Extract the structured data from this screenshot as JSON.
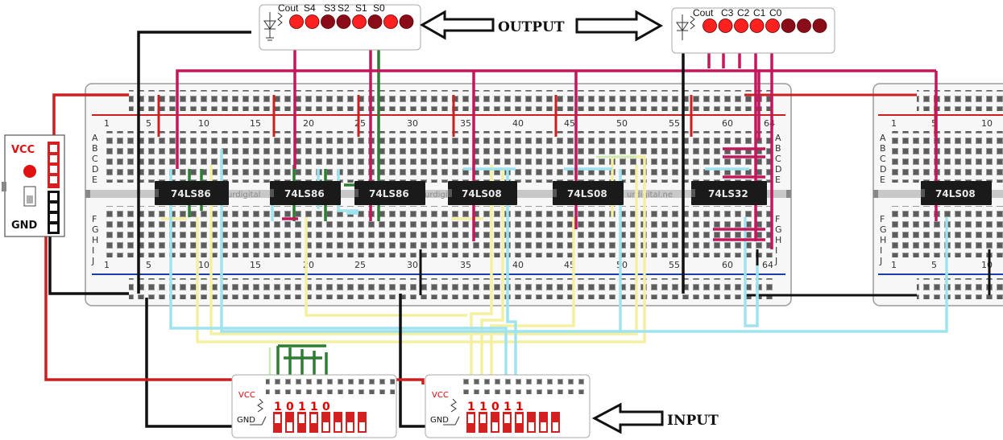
{
  "breadboard": {
    "col_numbers": [
      "1",
      "5",
      "10",
      "15",
      "20",
      "25",
      "30",
      "35",
      "40",
      "45",
      "50",
      "55",
      "60",
      "64"
    ],
    "row_letters_top": [
      "A",
      "B",
      "C",
      "D",
      "E"
    ],
    "row_letters_bottom": [
      "F",
      "G",
      "H",
      "I",
      "J"
    ],
    "right_col_numbers": [
      "1",
      "5",
      "10"
    ],
    "watermarks": [
      "urdigital",
      "urdigital",
      "urdigital.ne"
    ]
  },
  "chips": [
    {
      "id": "u1",
      "label": "74LS86"
    },
    {
      "id": "u2",
      "label": "74LS86"
    },
    {
      "id": "u3",
      "label": "74LS86"
    },
    {
      "id": "u4",
      "label": "74LS08"
    },
    {
      "id": "u5",
      "label": "74LS08"
    },
    {
      "id": "u6",
      "label": "74LS32"
    },
    {
      "id": "u7",
      "label": "74LS08"
    }
  ],
  "power": {
    "vcc": "VCC",
    "gnd": "GND"
  },
  "output_left": {
    "labels": [
      "Cout",
      "S4",
      "S3",
      "S2",
      "S1",
      "S0"
    ],
    "arrow_text": "OUTPUT"
  },
  "output_right": {
    "labels": [
      "Cout",
      "C3",
      "C2",
      "C1",
      "C0"
    ]
  },
  "input_left": {
    "vcc": "VCC",
    "gnd": "GND",
    "bits": [
      "1",
      "0",
      "1",
      "1",
      "0"
    ]
  },
  "input_right": {
    "vcc": "VCC",
    "gnd": "GND",
    "bits": [
      "1",
      "1",
      "0",
      "1",
      "1"
    ],
    "arrow_text": "INPUT"
  },
  "colors": {
    "red_wire": "#cc1f1f",
    "black_wire": "#111111",
    "magenta_wire": "#c2185b",
    "green_wire": "#2e7d32",
    "yellow_wire": "#f4f0a0",
    "cyan_wire": "#9fe3ee",
    "chip": "#1a1a1a",
    "led_on": "#ff2020",
    "led_off": "#8a0c18"
  }
}
